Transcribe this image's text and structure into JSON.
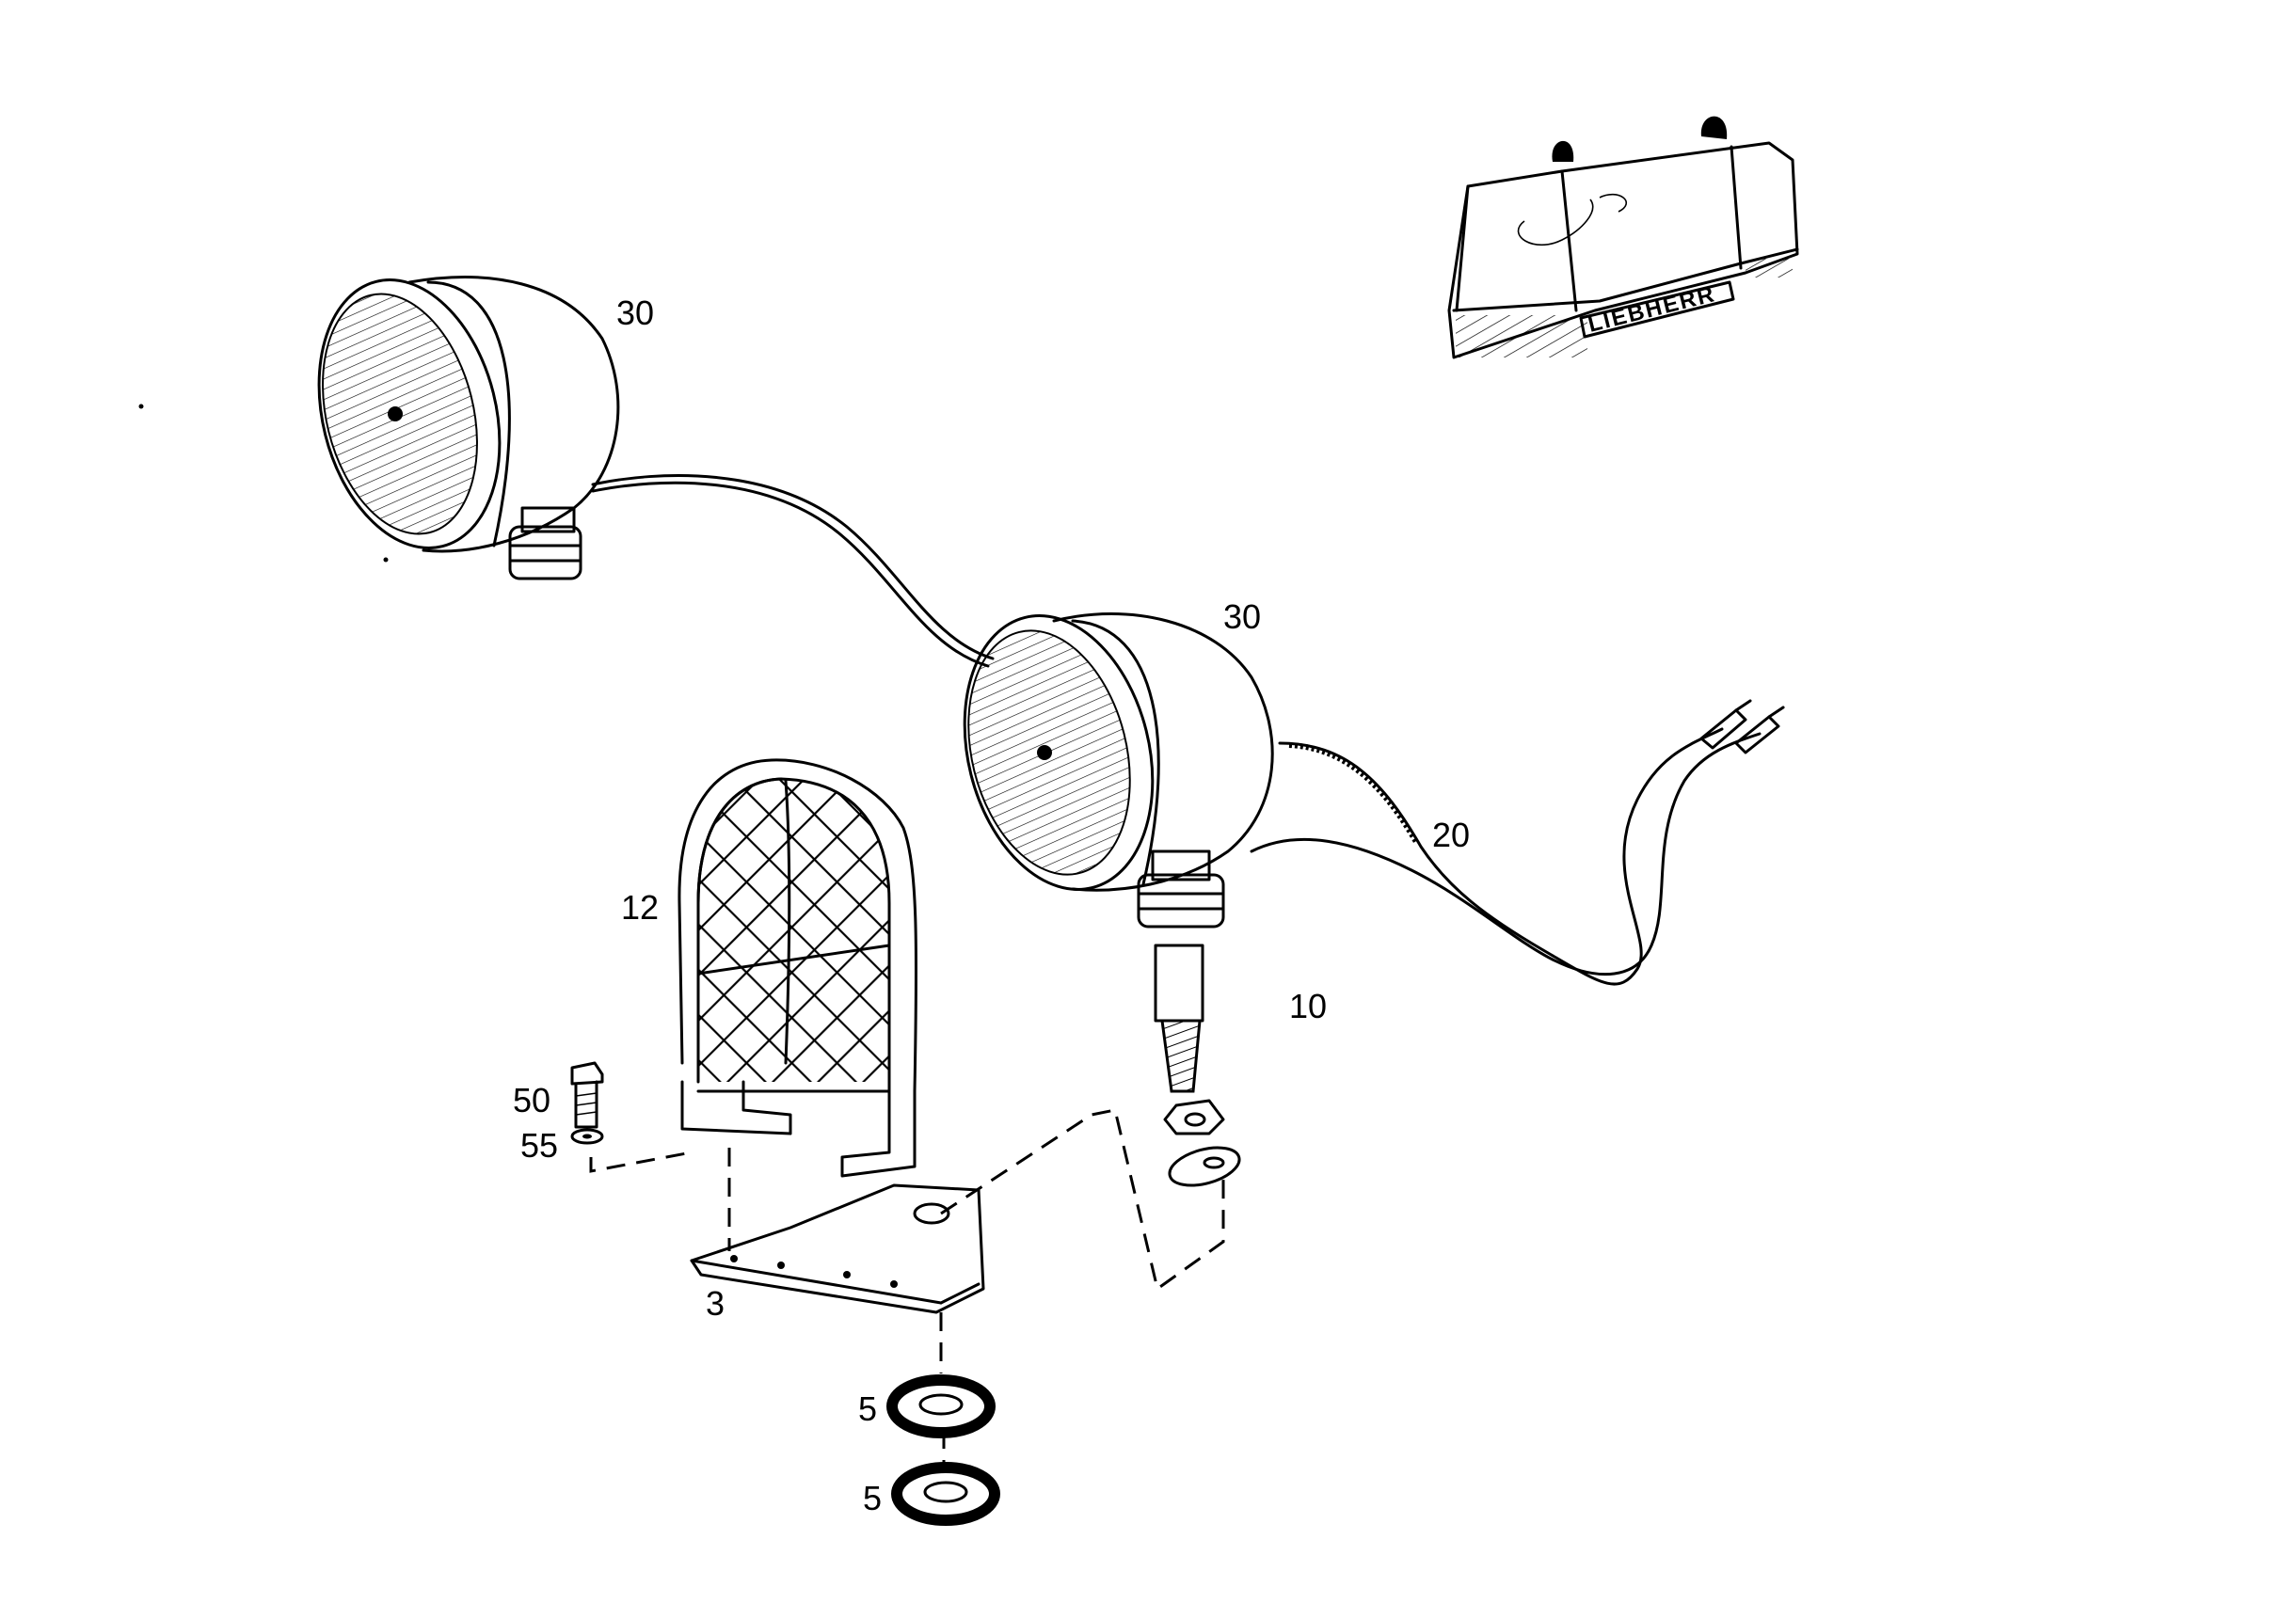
{
  "labels": {
    "lamp_top": "30",
    "lamp_main": "30",
    "cable": "20",
    "mount_stud": "10",
    "guard": "12",
    "bolt": "50",
    "washer_small": "55",
    "bracket": "3",
    "washer_a": "5",
    "washer_b": "5"
  },
  "logo_text": "LIEBHERR"
}
